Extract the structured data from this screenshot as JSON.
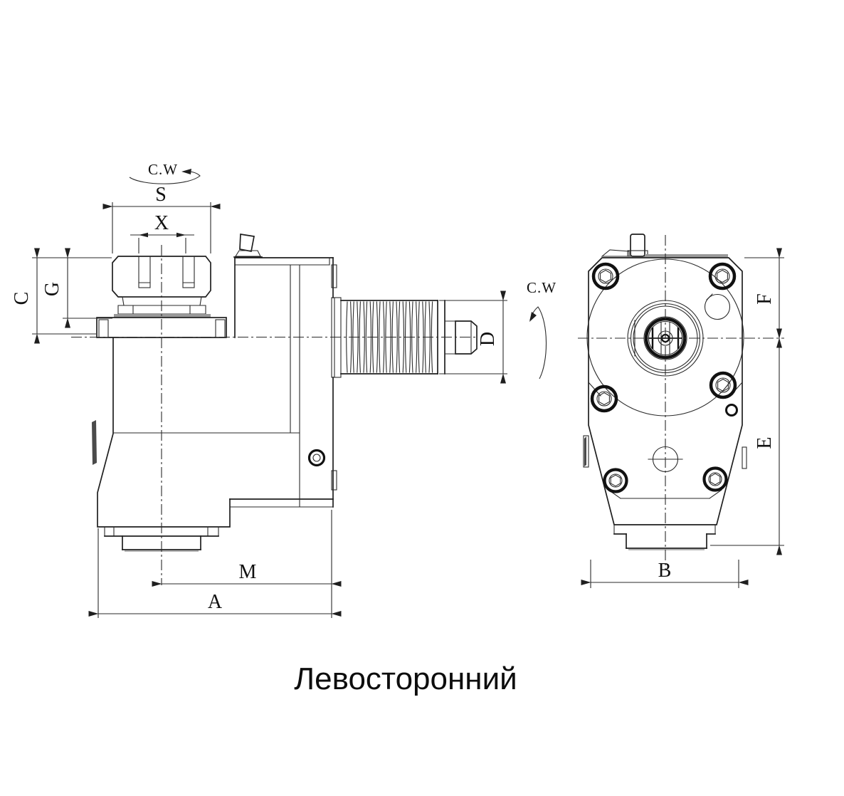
{
  "title": "Левосторонний",
  "labels": {
    "rotation_left": "C.W",
    "rotation_right": "C.W",
    "s": "S",
    "x": "X",
    "c": "C",
    "g": "G",
    "d": "D",
    "m": "M",
    "a": "A",
    "b": "B",
    "e": "E",
    "f": "F"
  },
  "colors": {
    "line": "#1f1f1f",
    "background": "#ffffff",
    "shade": "#999999"
  }
}
